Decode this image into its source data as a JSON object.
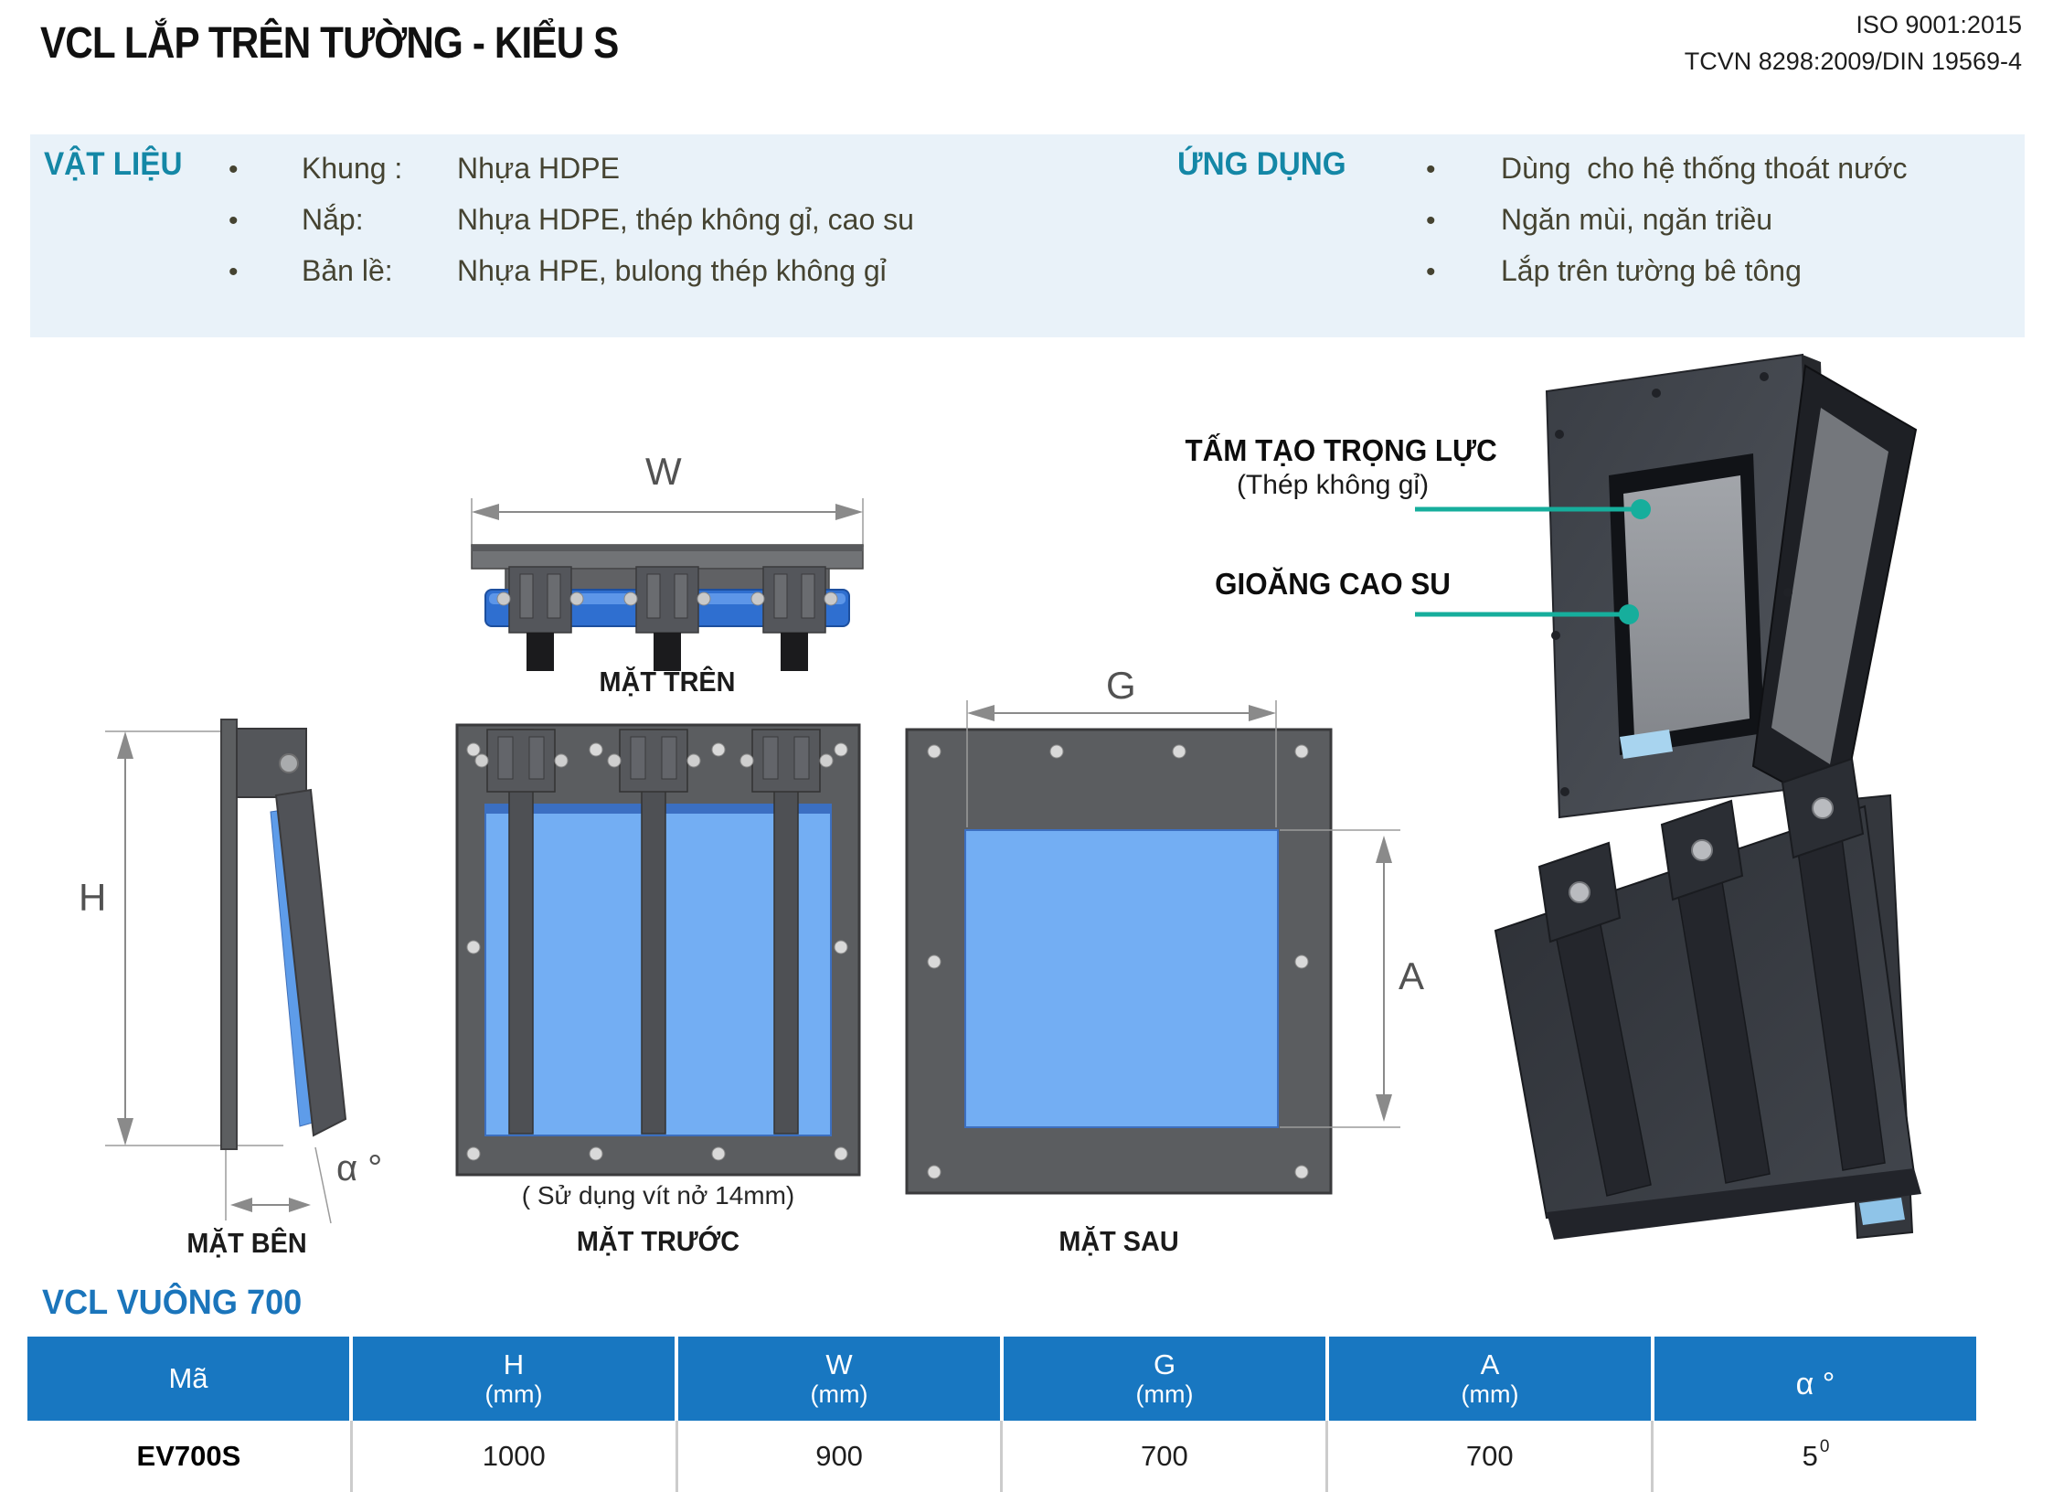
{
  "header": {
    "title": "VCL LẮP TRÊN TƯỜNG - KIỂU S",
    "cert_line1": "ISO 9001:2015",
    "cert_line2": "TCVN 8298:2009/DIN 19569-4"
  },
  "ui": {
    "bullet": "•"
  },
  "materials": {
    "heading": "VẬT LIỆU",
    "items": [
      {
        "label": "Khung :",
        "value": "Nhựa HDPE"
      },
      {
        "label": "Nắp:",
        "value": "Nhựa HDPE, thép không gỉ, cao su"
      },
      {
        "label": "Bản lề:",
        "value": "Nhựa HPE, bulong thép không gỉ"
      }
    ]
  },
  "applications": {
    "heading": "ỨNG DỤNG",
    "items": [
      "Dùng  cho hệ thống thoát nước",
      "Ngăn mùi, ngăn triều",
      "Lắp trên tường bê tông"
    ]
  },
  "callouts": {
    "weight_plate_title": "TẤM TẠO TRỌNG LỰC",
    "weight_plate_sub": "(Thép không gỉ)",
    "rubber_gasket": "GIOĂNG CAO SU"
  },
  "views": {
    "top_label": "MẶT TRÊN",
    "side_label": "MẶT BÊN",
    "front_label": "MẶT TRƯỚC",
    "back_label": "MẶT SAU",
    "front_note": "( Sử dụng vít nở 14mm)",
    "dims": {
      "w": "W",
      "h": "H",
      "g": "G",
      "a": "A",
      "alpha": "α °"
    }
  },
  "table": {
    "section_title": "VCL VUÔNG 700",
    "columns": [
      {
        "name": "Mã",
        "unit": ""
      },
      {
        "name": "H",
        "unit": "(mm)"
      },
      {
        "name": "W",
        "unit": "(mm)"
      },
      {
        "name": "G",
        "unit": "(mm)"
      },
      {
        "name": "A",
        "unit": "(mm)"
      },
      {
        "name": "α °",
        "unit": ""
      }
    ],
    "rows": [
      {
        "code": "EV700S",
        "h": "1000",
        "w": "900",
        "g": "700",
        "a": "700",
        "alpha_main": "5",
        "alpha_sup": "0"
      }
    ]
  },
  "colors": {
    "band_bg": "#e9f2f9",
    "teal_heading": "#1487a6",
    "table_header_blue": "#1877c1",
    "section_title_blue": "#1b75bb",
    "leader_teal": "#16ae9c",
    "panel_blue": "#73aef3",
    "frame_gray": "#5b5d60"
  }
}
